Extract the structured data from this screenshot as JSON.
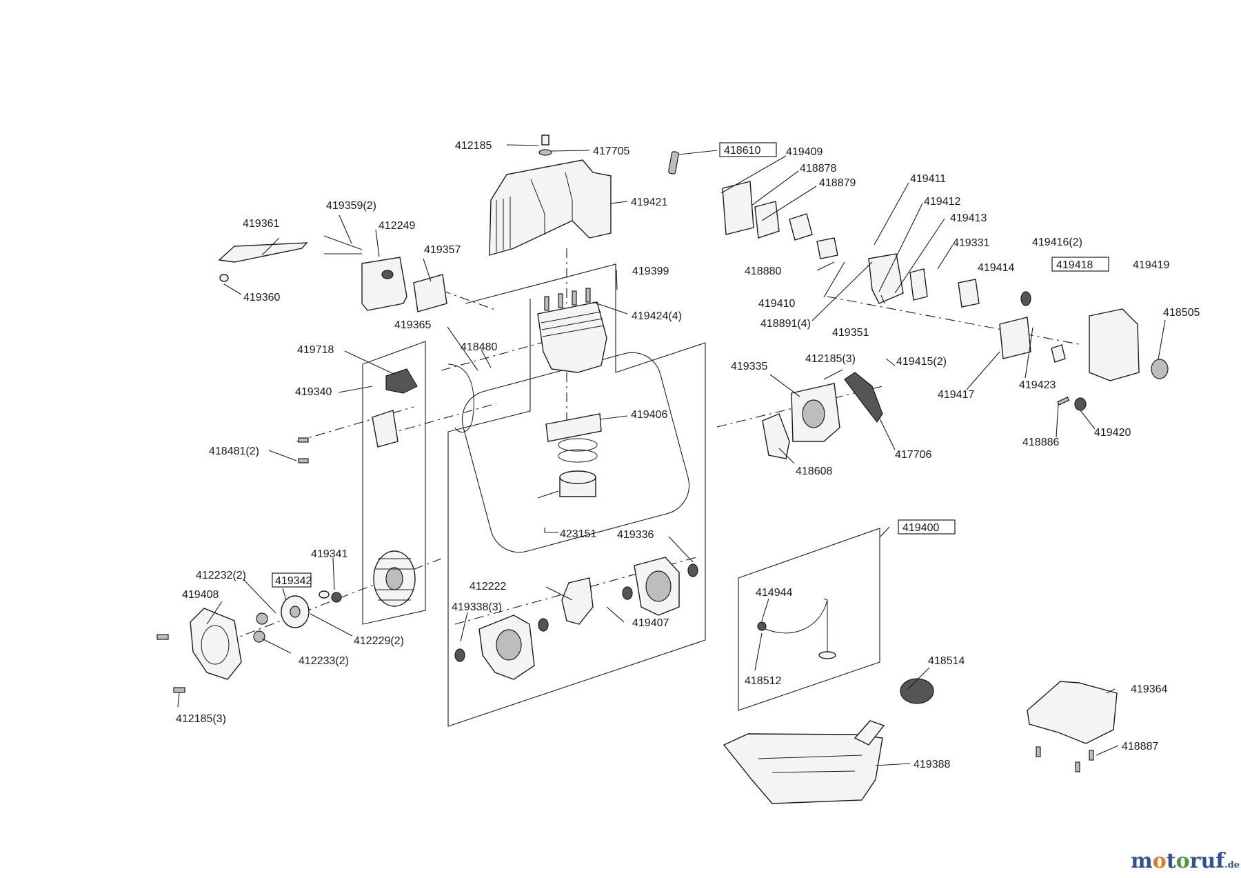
{
  "watermark": {
    "name": "motoruf",
    "suffix": ".de",
    "colors": {
      "blue": "#2f4f9a",
      "orange": "#e07a1f",
      "green": "#4a9a3a"
    }
  },
  "labels": {
    "p412185_top": "412185",
    "p417705": "417705",
    "p418610": "418610",
    "p419409": "419409",
    "p418878": "418878",
    "p418879": "418879",
    "p419411": "419411",
    "p419412": "419412",
    "p419413": "419413",
    "p419421": "419421",
    "p419359": "419359(2)",
    "p419361": "419361",
    "p412249": "412249",
    "p419357": "419357",
    "p419360": "419360",
    "p419399": "419399",
    "p419424": "419424(4)",
    "p418880": "418880",
    "p419331": "419331",
    "p419416": "419416(2)",
    "p419418": "419418",
    "p419419": "419419",
    "p419414": "419414",
    "p419410": "419410",
    "p418891": "418891(4)",
    "p419351": "419351",
    "p418505": "418505",
    "p419365": "419365",
    "p418480": "418480",
    "p419718": "419718",
    "p419340": "419340",
    "p419335": "419335",
    "p412185_3a": "412185(3)",
    "p419415": "419415(2)",
    "p419417": "419417",
    "p419423": "419423",
    "p419406": "419406",
    "p418481": "418481(2)",
    "p417706": "417706",
    "p418886": "418886",
    "p419420": "419420",
    "p418608": "418608",
    "p423151": "423151",
    "p419336": "419336",
    "p419400": "419400",
    "p419341": "419341",
    "p412232": "412232(2)",
    "p419342": "419342",
    "p419408": "419408",
    "p412222": "412222",
    "p419338": "419338(3)",
    "p414944": "414944",
    "p419407": "419407",
    "p412229": "412229(2)",
    "p412233": "412233(2)",
    "p418514": "418514",
    "p418512": "418512",
    "p419364": "419364",
    "p412185_3b": "412185(3)",
    "p418887": "418887",
    "p419388": "419388"
  }
}
